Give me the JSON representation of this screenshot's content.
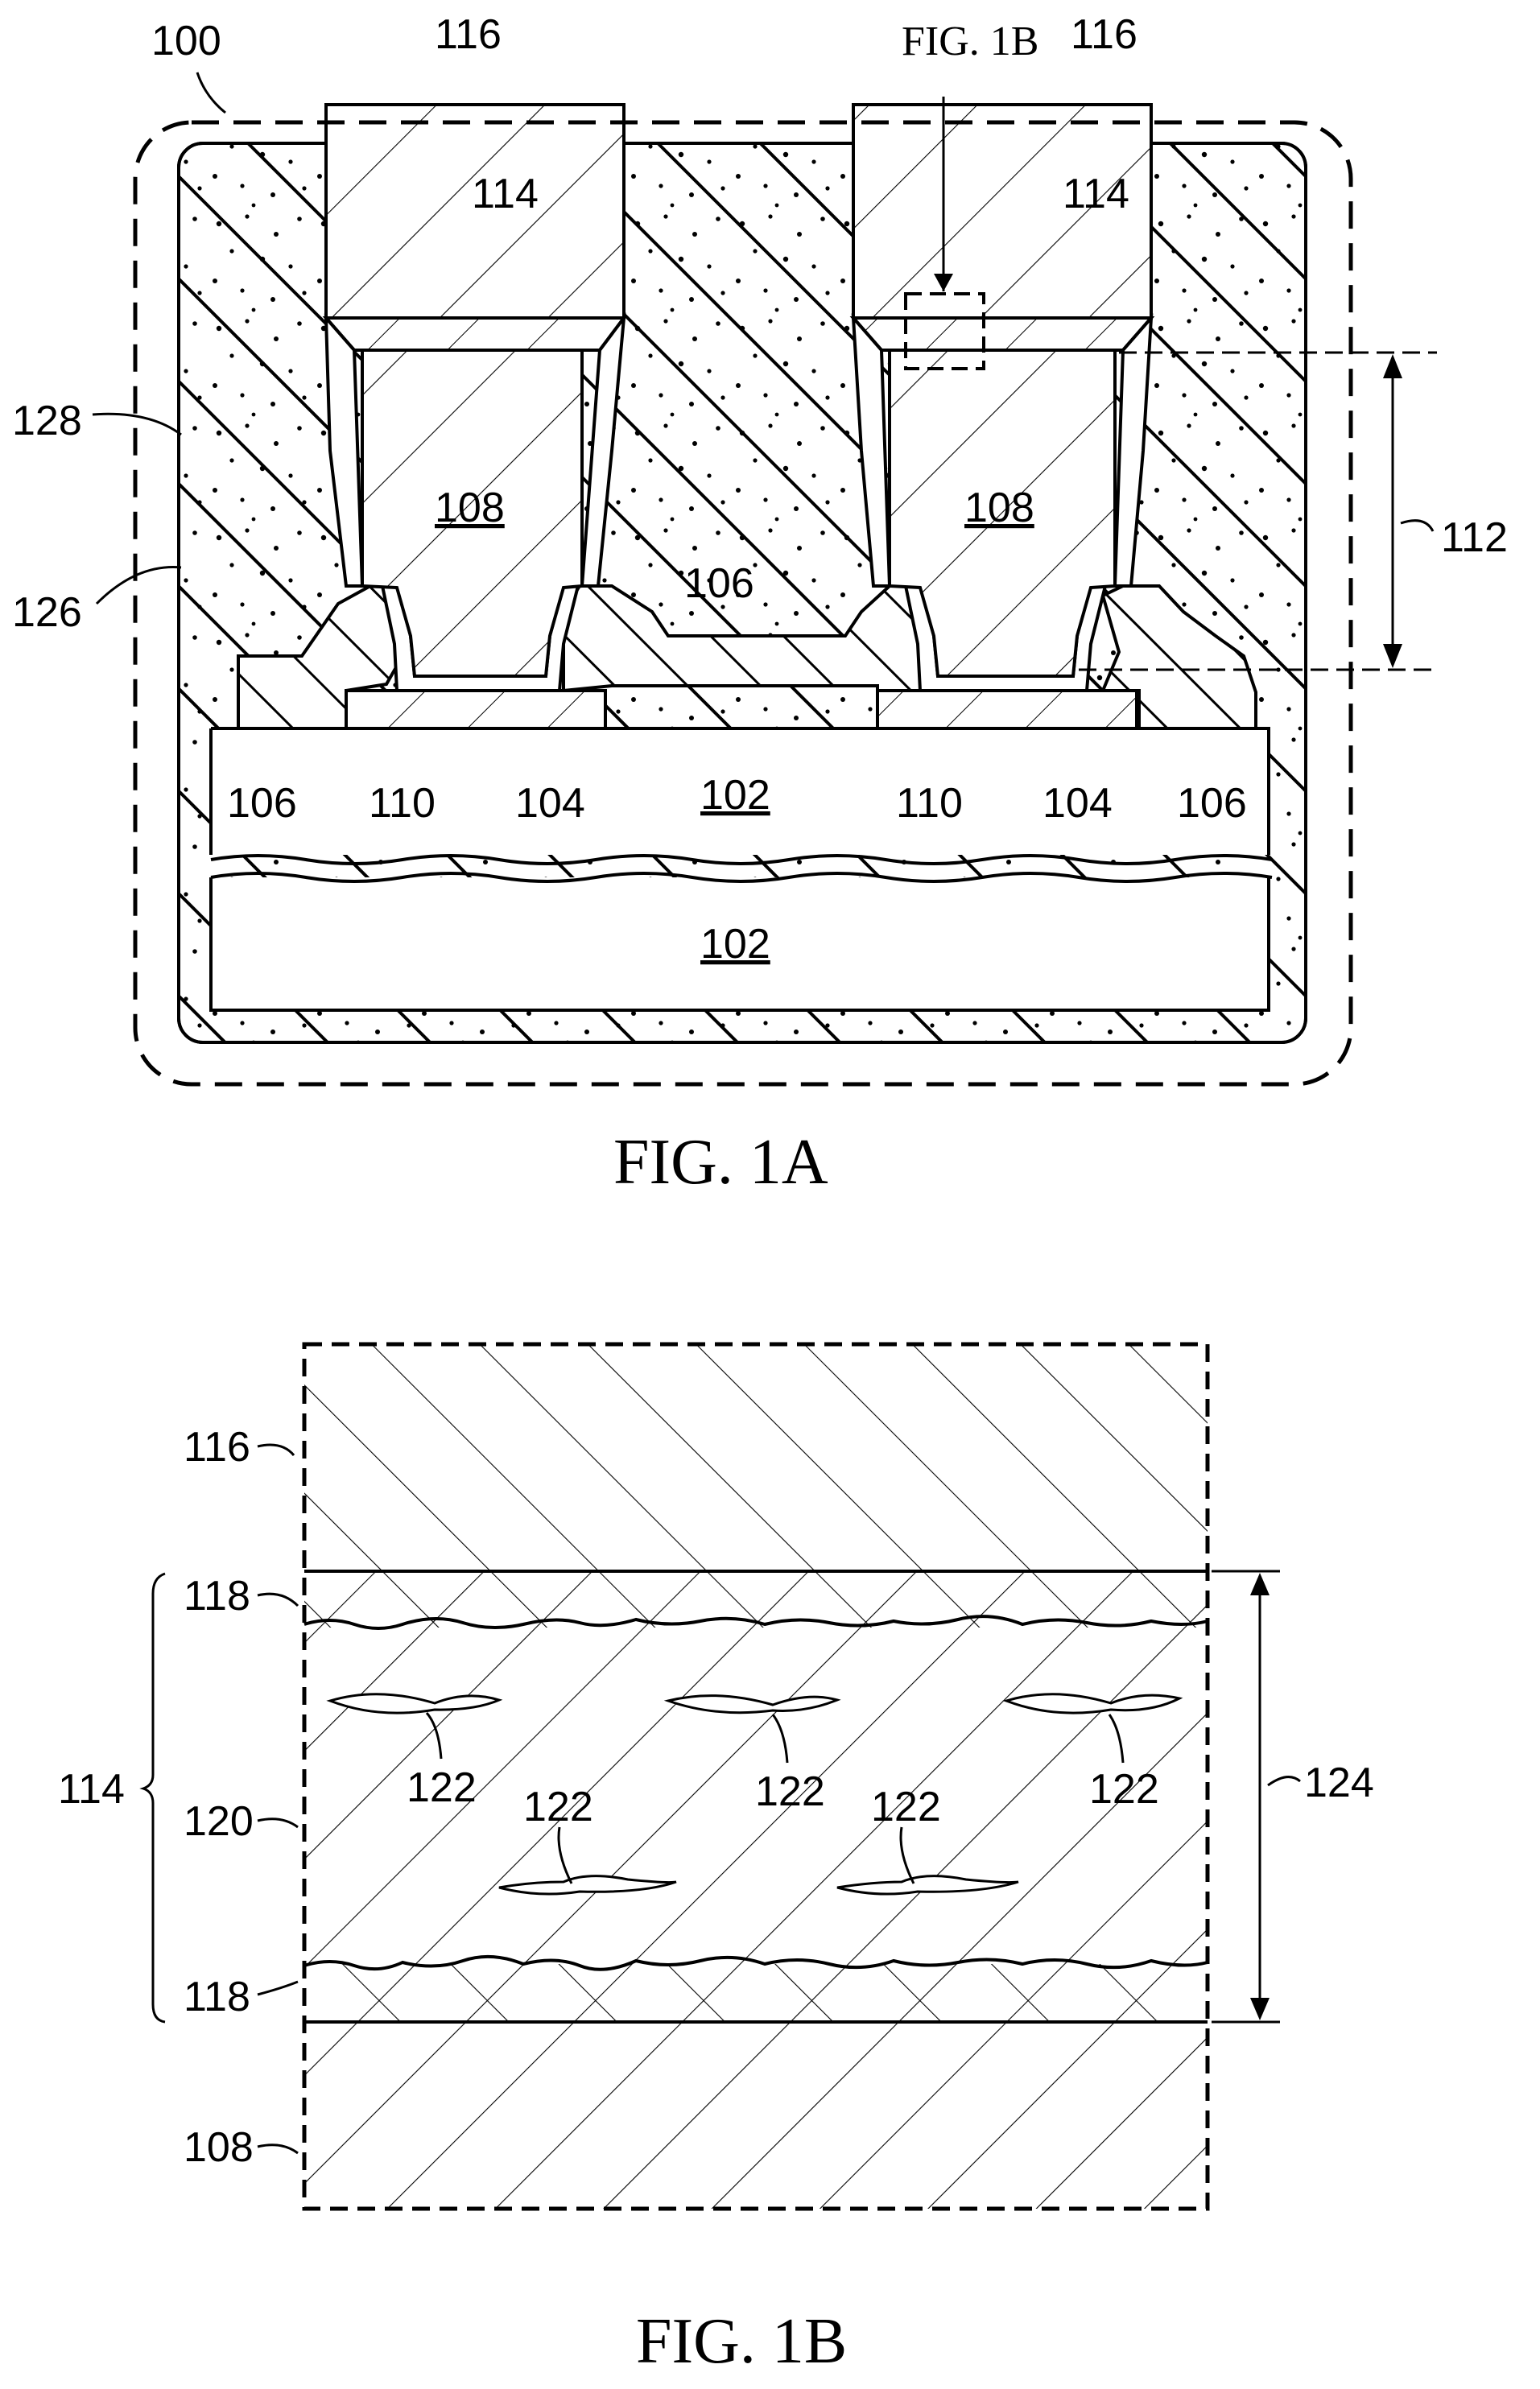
{
  "fig1a": {
    "caption": "FIG. 1A",
    "labels": {
      "device": "100",
      "cap_left": "116",
      "cap_right": "116",
      "callout": "FIG. 1B",
      "interface_left": "114",
      "interface_right": "114",
      "encapsulant_outer": "128",
      "encapsulant_inner": "126",
      "pillar_left": "108",
      "pillar_right": "108",
      "height_dim": "112",
      "passivation_mid": "106",
      "passivation_left": "106",
      "passivation_right": "106",
      "seed_left": "110",
      "seed_right": "110",
      "pad_left": "104",
      "pad_right": "104",
      "substrate_top": "102",
      "substrate_bottom": "102"
    }
  },
  "fig1b": {
    "caption": "FIG. 1B",
    "labels": {
      "cap": "116",
      "interface_layer": "114",
      "boundary_top": "118",
      "boundary_bottom": "118",
      "bulk": "120",
      "voids": [
        "122",
        "122",
        "122",
        "122",
        "122"
      ],
      "thickness_dim": "124",
      "pillar": "108"
    }
  }
}
